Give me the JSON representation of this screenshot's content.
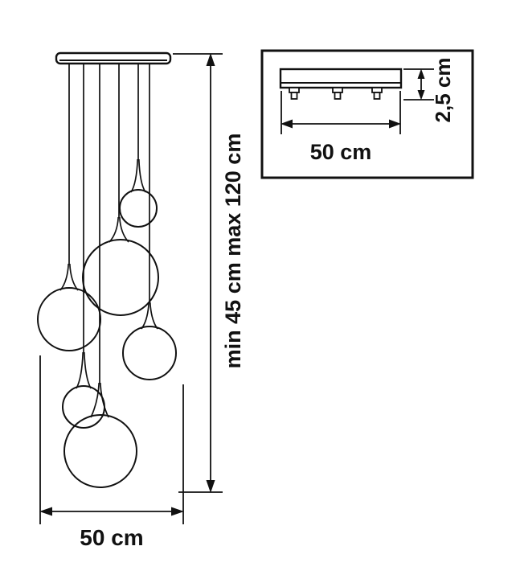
{
  "page": {
    "background_color": "#ffffff",
    "line_color": "#111111",
    "description": "Technical dimension drawing of a multi-globe pendant lamp with ceiling canopy detail inset"
  },
  "main_drawing": {
    "height_label": "min 45 cm max 120 cm",
    "width_label": "50 cm",
    "globe_count": 6
  },
  "inset": {
    "thickness_label": "2,5 cm",
    "width_label": "50 cm",
    "screw_count": 3
  }
}
